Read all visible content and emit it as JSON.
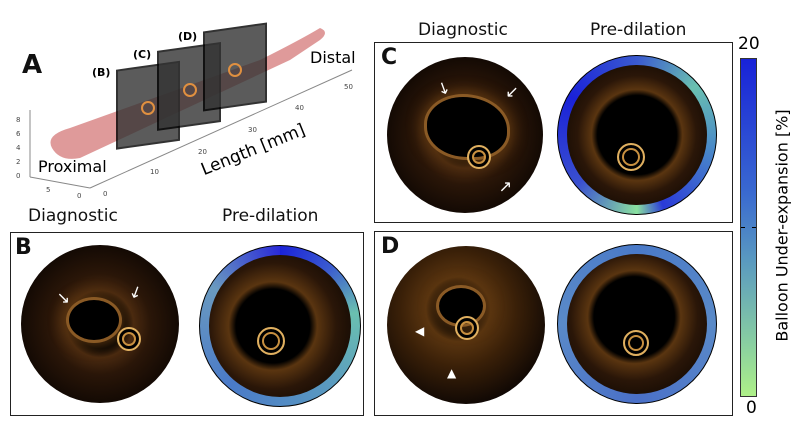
{
  "panel_a": {
    "label": "A",
    "slice_labels": [
      "(B)",
      "(C)",
      "(D)"
    ],
    "proximal": "Proximal",
    "distal": "Distal",
    "length_axis": "Length [mm]",
    "length_ticks": [
      "0",
      "10",
      "20",
      "30",
      "40",
      "50"
    ],
    "z_ticks": [
      "0",
      "2",
      "4",
      "6",
      "8"
    ],
    "y_ticks": [
      "0",
      "5"
    ]
  },
  "panel_b": {
    "label": "B",
    "titles": [
      "Diagnostic",
      "Pre-dilation"
    ]
  },
  "panel_c": {
    "label": "C",
    "titles": [
      "Diagnostic",
      "Pre-dilation"
    ]
  },
  "panel_d": {
    "label": "D"
  },
  "colorbar": {
    "max": "20",
    "min": "0",
    "label": "Balloon Under-expansion [%]",
    "colors": [
      "#1822d8",
      "#aef088"
    ]
  }
}
